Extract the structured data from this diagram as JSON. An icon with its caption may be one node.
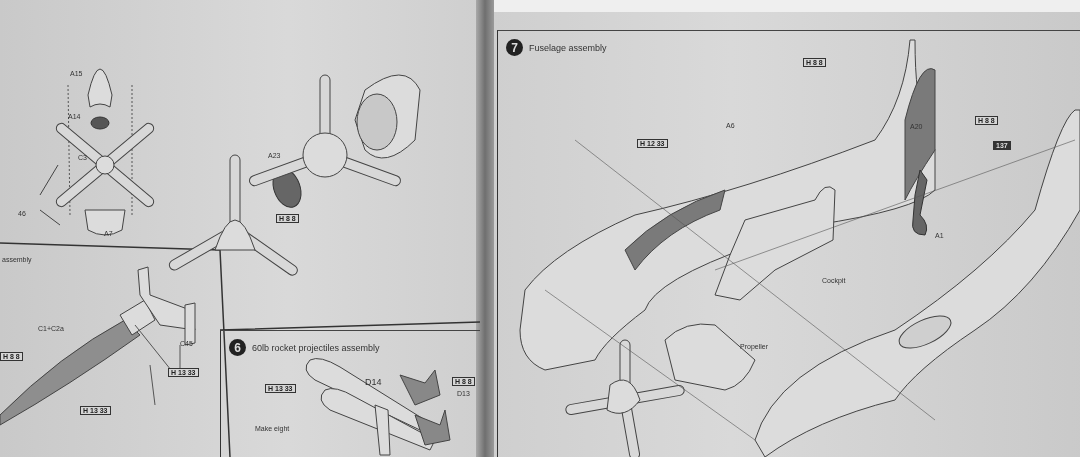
{
  "diagram": {
    "nodes": [
      {
        "text": [
          "6",
          "60lb rocket projectiles assembly"
        ]
      },
      {
        "text": [
          "7",
          "Fuselage assembly"
        ]
      }
    ],
    "labels": [
      "A15",
      "A14",
      "C3",
      "46",
      "A7",
      "A23",
      "H 8 8",
      "assembly",
      "C1+C2a",
      "C45",
      "H 13 33",
      "H 8 8",
      "H 13 33",
      "H 13 33",
      "D14",
      "H 8 8",
      "D13",
      "Make eight",
      "H 8 8",
      "A6",
      "H 12 33",
      "A20",
      "H 8 8",
      "137",
      "A1",
      "Cockpit",
      "Propeller"
    ]
  }
}
